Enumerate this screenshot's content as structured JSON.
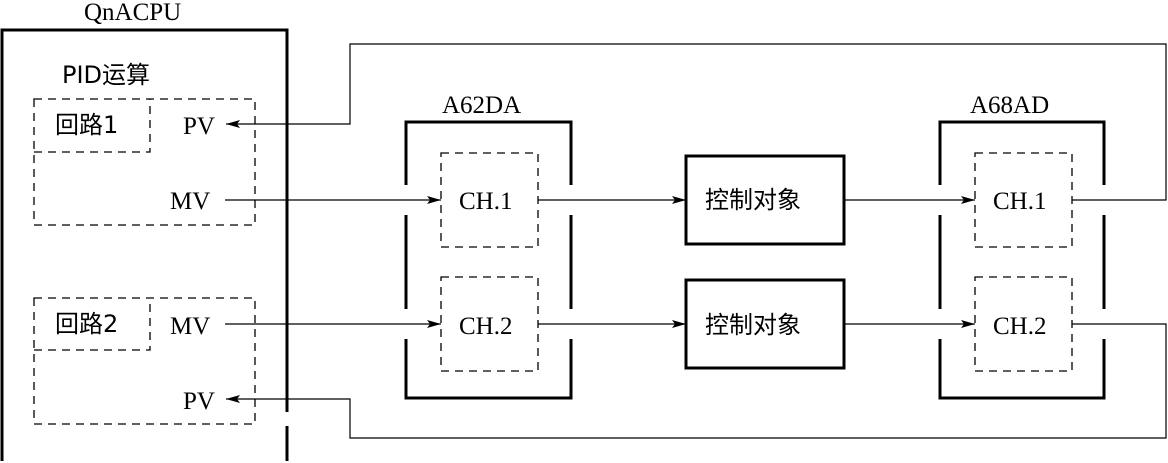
{
  "cpu": {
    "title": "QnACPU",
    "pid_label": "PID运算",
    "loop1": {
      "label": "回路1",
      "pv": "PV",
      "mv": "MV"
    },
    "loop2": {
      "label": "回路2",
      "pv": "PV",
      "mv": "MV"
    }
  },
  "da_module": {
    "title": "A62DA",
    "ch1": "CH.1",
    "ch2": "CH.2"
  },
  "plants": {
    "top": "控制对象",
    "bottom": "控制对象"
  },
  "ad_module": {
    "title": "A68AD",
    "ch1": "CH.1",
    "ch2": "CH.2"
  }
}
